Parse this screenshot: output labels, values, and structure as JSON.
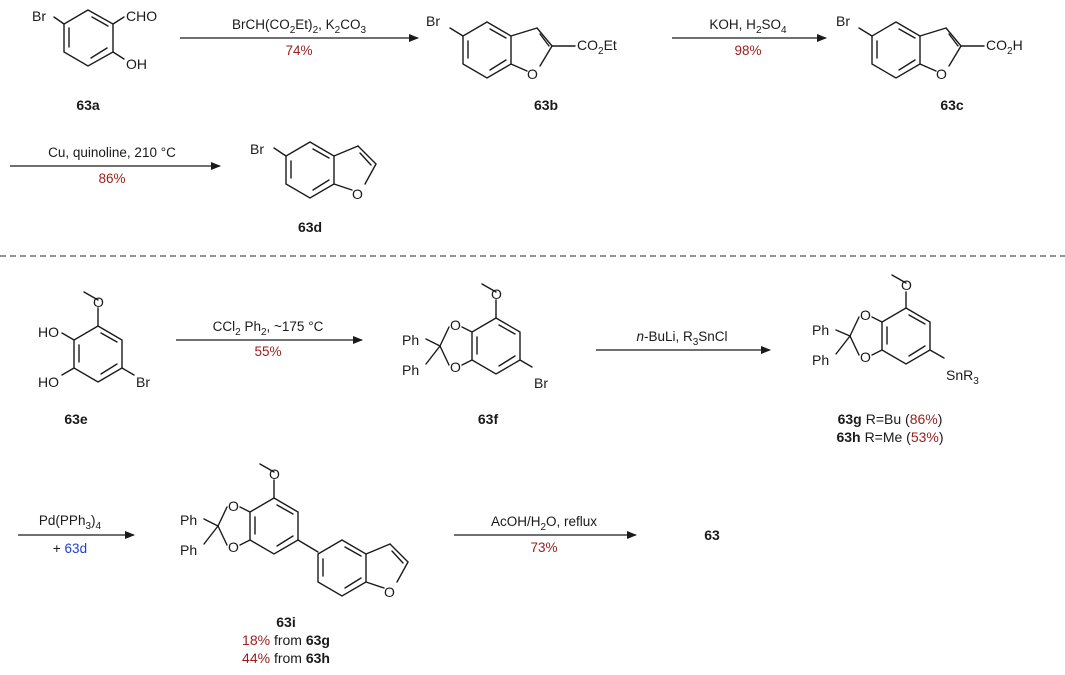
{
  "compounds": {
    "c63a": {
      "label": "63a",
      "br": "Br",
      "cho": "CHO",
      "oh": "OH"
    },
    "c63b": {
      "label": "63b",
      "br": "Br",
      "o": "O",
      "ester": "CO",
      "ester_sub": "2",
      "ester_tail": "Et"
    },
    "c63c": {
      "label": "63c",
      "br": "Br",
      "o": "O",
      "acid": "CO",
      "acid_sub": "2",
      "acid_tail": "H"
    },
    "c63d": {
      "label": "63d",
      "br": "Br",
      "o": "O"
    },
    "c63e": {
      "label": "63e",
      "ho1": "HO",
      "ho2": "HO",
      "br": "Br",
      "o": "O"
    },
    "c63f": {
      "label": "63f",
      "ph1": "Ph",
      "ph2": "Ph",
      "o1": "O",
      "o2": "O",
      "o3": "O",
      "br": "Br"
    },
    "c63g": {
      "label": "63g",
      "desc": "R=Bu (",
      "yield": "86%",
      "close": ")",
      "ph1": "Ph",
      "ph2": "Ph",
      "o1": "O",
      "o2": "O",
      "o3": "O",
      "sn": "SnR",
      "sn_sub": "3"
    },
    "c63h": {
      "label": "63h",
      "desc": "R=Me (",
      "yield": "53%",
      "close": ")"
    },
    "c63i": {
      "label": "63i",
      "ph1": "Ph",
      "ph2": "Ph",
      "o1": "O",
      "o2": "O",
      "o3": "O",
      "o4": "O",
      "line1_yield": "18%",
      "line1_text": " from ",
      "line1_ref": "63g",
      "line2_yield": "44%",
      "line2_text": " from ",
      "line2_ref": "63h"
    },
    "c63": {
      "label": "63"
    }
  },
  "steps": {
    "s1": {
      "a": "BrCH(CO",
      "a_sub1": "2",
      "b": "Et)",
      "b_sub2": "2",
      "c": ", K",
      "c_sub3": "2",
      "d": "CO",
      "d_sub4": "3",
      "yield": "74%"
    },
    "s2": {
      "a": "KOH, H",
      "a_sub": "2",
      "b": "SO",
      "b_sub": "4",
      "yield": "98%"
    },
    "s3": {
      "text": "Cu, quinoline, 210 °C",
      "yield": "86%"
    },
    "s4": {
      "a": "CCl",
      "a_sub": "2",
      "b": " Ph",
      "b_sub": "2",
      "c": ", ~175 °C",
      "yield": "55%"
    },
    "s5": {
      "italic": "n",
      "a": "-BuLi, R",
      "a_sub": "3",
      "b": "SnCl"
    },
    "s6": {
      "a": "Pd(PPh",
      "a_sub": "3",
      "b": ")",
      "b_sub": "4",
      "plus": "+ ",
      "ref": "63d"
    },
    "s7": {
      "a": "AcOH/H",
      "a_sub": "2",
      "b": "O, reflux",
      "yield": "73%"
    }
  },
  "colors": {
    "yield": "#9b1c1c",
    "reference": "#1f3fd1",
    "ink": "#1a1a1a"
  }
}
